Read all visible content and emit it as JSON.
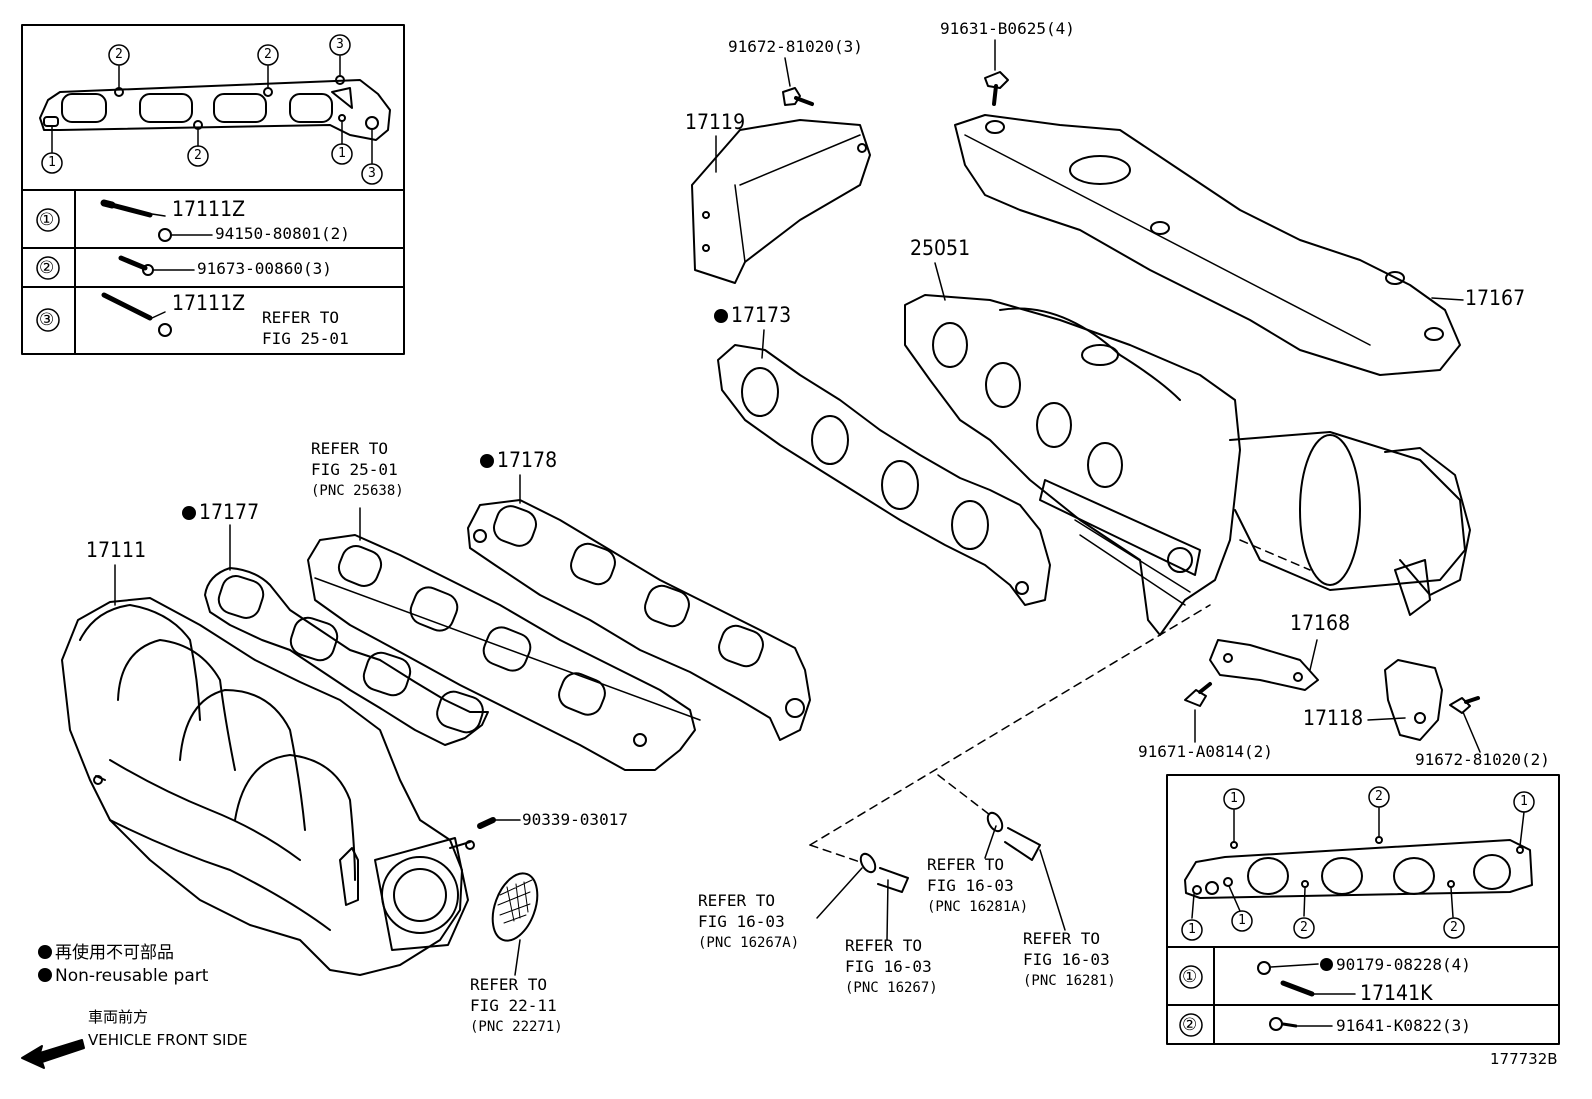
{
  "legend_top_left": {
    "row1": {
      "key": "①",
      "part_a": "17111Z",
      "part_b": "94150-80801(2)"
    },
    "row2": {
      "key": "②",
      "part_a": "91673-00860(3)"
    },
    "row3": {
      "key": "③",
      "part_a": "17111Z",
      "refer_line1": "REFER TO",
      "refer_line2": "FIG 25-01"
    }
  },
  "legend_bottom_right": {
    "row1": {
      "key": "①",
      "part_a": "90179-08228(4)",
      "part_b": "17141K"
    },
    "row2": {
      "key": "②",
      "part_a": "91641-K0822(3)"
    }
  },
  "callouts": {
    "p17111": "17111",
    "p17177": "17177",
    "p17178": "17178",
    "p17173": "17173",
    "p17119": "17119",
    "p25051": "25051",
    "p17167": "17167",
    "p17168": "17168",
    "p17118": "17118",
    "p91672a": "91672-81020(3)",
    "p91631": "91631-B0625(4)",
    "p91671": "91671-A0814(2)",
    "p91672b": "91672-81020(2)",
    "p90339": "90339-03017"
  },
  "references": {
    "ref_25638": [
      "REFER TO",
      "FIG 25-01",
      "(PNC 25638)"
    ],
    "ref_22271": [
      "REFER TO",
      "FIG 22-11",
      "(PNC 22271)"
    ],
    "ref_16267A": [
      "REFER TO",
      "FIG 16-03",
      "(PNC 16267A)"
    ],
    "ref_16267": [
      "REFER TO",
      "FIG 16-03",
      "(PNC 16267)"
    ],
    "ref_16281A": [
      "REFER TO",
      "FIG 16-03",
      "(PNC 16281A)"
    ],
    "ref_16281": [
      "REFER TO",
      "FIG 16-03",
      "(PNC 16281)"
    ]
  },
  "notes": {
    "nonreusable_jp": "再使用不可部品",
    "nonreusable_en": "Non-reusable part",
    "front_jp": "車両前方",
    "front_en": "VEHICLE FRONT SIDE"
  },
  "markers": {
    "one": "1",
    "two": "2",
    "three": "3"
  },
  "figure_id": "177732B"
}
